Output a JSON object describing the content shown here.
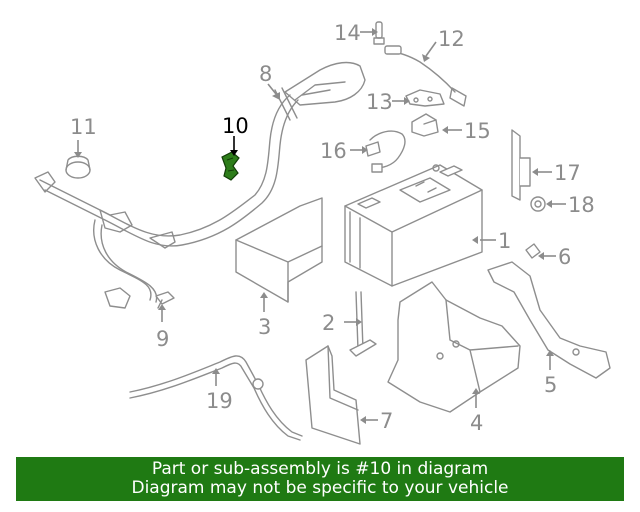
{
  "diagram": {
    "callouts": [
      "1",
      "2",
      "3",
      "4",
      "5",
      "6",
      "7",
      "8",
      "9",
      "10",
      "11",
      "12",
      "13",
      "14",
      "15",
      "16",
      "17",
      "18",
      "19"
    ],
    "highlighted_part": "10",
    "highlight_color": "#2d7d1a",
    "line_color": "#8c8c8c"
  },
  "banner": {
    "line1": "Part or sub-assembly is #10 in diagram",
    "line2": "Diagram may not be specific to your vehicle",
    "background": "#1f7a13"
  }
}
